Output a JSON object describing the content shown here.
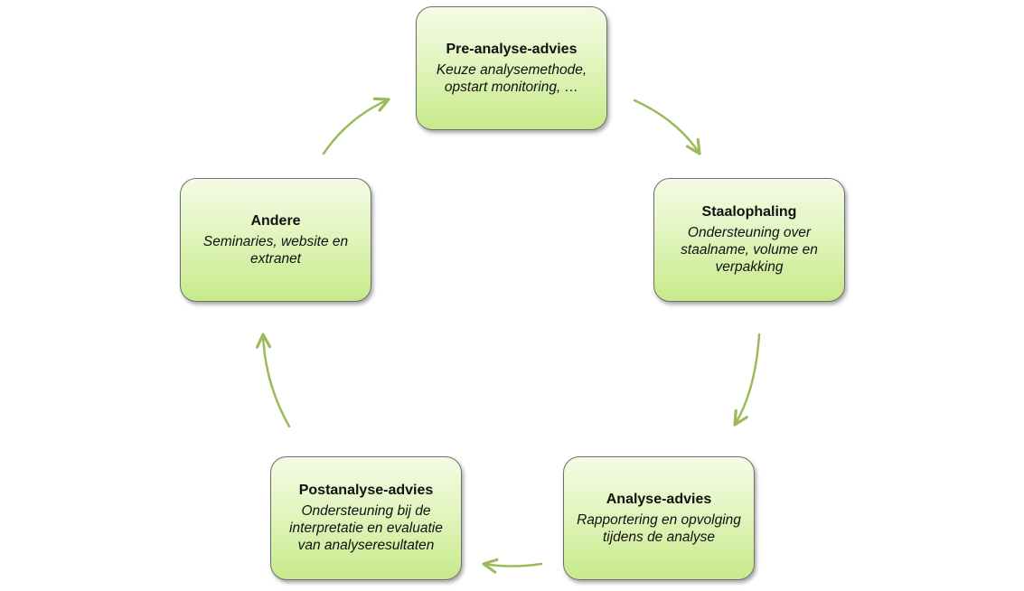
{
  "diagram": {
    "accent_color": "#9bbb59",
    "nodes": [
      {
        "id": "pre",
        "title": "Pre-analyse-advies",
        "description": "Keuze analysemethode, opstart monitoring, …"
      },
      {
        "id": "staal",
        "title": "Staalophaling",
        "description": "Ondersteuning over staalname, volume en verpakking"
      },
      {
        "id": "anal",
        "title": "Analyse-advies",
        "description": "Rapportering en opvolging tijdens de analyse"
      },
      {
        "id": "post",
        "title": "Postanalyse-advies",
        "description": "Ondersteuning bij de interpretatie en evaluatie van analyseresultaten"
      },
      {
        "id": "andere",
        "title": "Andere",
        "description": "Seminaries, website en extranet"
      }
    ],
    "edges": [
      {
        "from": "Pre-analyse-advies",
        "to": "Staalophaling"
      },
      {
        "from": "Staalophaling",
        "to": "Analyse-advies"
      },
      {
        "from": "Analyse-advies",
        "to": "Postanalyse-advies"
      },
      {
        "from": "Postanalyse-advies",
        "to": "Andere"
      },
      {
        "from": "Andere",
        "to": "Pre-analyse-advies"
      }
    ]
  }
}
